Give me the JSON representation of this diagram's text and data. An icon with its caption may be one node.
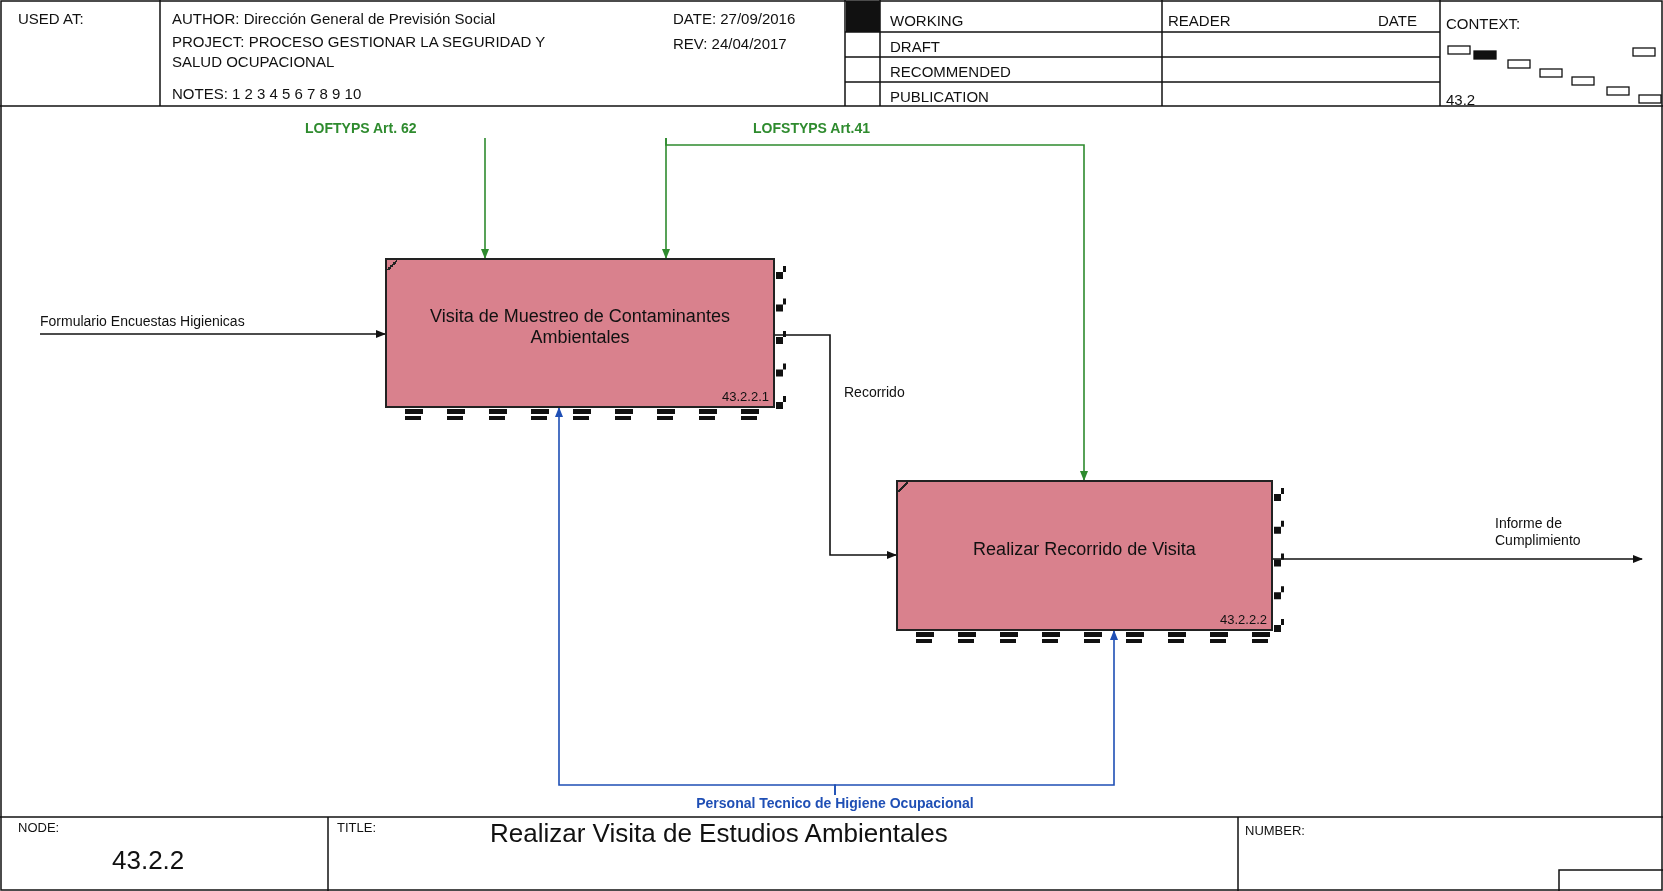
{
  "diagram": {
    "title": "Realizar Visita de Estudios Ambientales",
    "nodes": [
      {
        "text": [
          "Visita de Muestreo de Contaminantes Ambientales",
          "43.2.2.1"
        ]
      },
      {
        "text": [
          "Realizar Recorrido de Visita",
          "43.2.2.2"
        ]
      },
      {
        "text": [
          "LOFTYPS Art. 62"
        ]
      },
      {
        "text": [
          "LOFSTYPS Art.41"
        ]
      },
      {
        "text": [
          "Formulario Encuestas Higienicas"
        ]
      },
      {
        "text": [
          "Informe de Cumplimiento"
        ]
      },
      {
        "text": [
          "Personal Tecnico de Higiene Ocupacional"
        ]
      }
    ],
    "edges": [
      {
        "from": 2,
        "to": 0,
        "arrow": "to",
        "color": "#2e8b2e"
      },
      {
        "from": 3,
        "to": 0,
        "arrow": "to",
        "color": "#2e8b2e"
      },
      {
        "from": 3,
        "to": 1,
        "arrow": "to",
        "color": "#2e8b2e"
      },
      {
        "from": 4,
        "to": 0,
        "arrow": "to",
        "color": "#111111"
      },
      {
        "from": 0,
        "to": 1,
        "arrow": "to",
        "label": "Recorrido",
        "color": "#111111"
      },
      {
        "from": 1,
        "to": 5,
        "arrow": "to",
        "color": "#111111"
      },
      {
        "from": 6,
        "to": 0,
        "arrow": "to",
        "color": "#1f4fb5"
      },
      {
        "from": 6,
        "to": 1,
        "arrow": "to",
        "color": "#1f4fb5"
      }
    ],
    "labels": [
      "USED AT:",
      "AUTHOR: Dirección General de Previsión Social",
      "DATE: 27/09/2016",
      "PROJECT: PROCESO GESTIONAR LA SEGURIDAD Y SALUD OCUPACIONAL",
      "REV: 24/04/2017",
      "NOTES: 1 2 3 4 5 6 7 8 9 10",
      "WORKING",
      "READER",
      "DATE",
      "CONTEXT:",
      "DRAFT",
      "RECOMMENDED",
      "PUBLICATION",
      "43.2",
      "NODE:",
      "43.2.2",
      "TITLE:",
      "NUMBER:"
    ]
  }
}
